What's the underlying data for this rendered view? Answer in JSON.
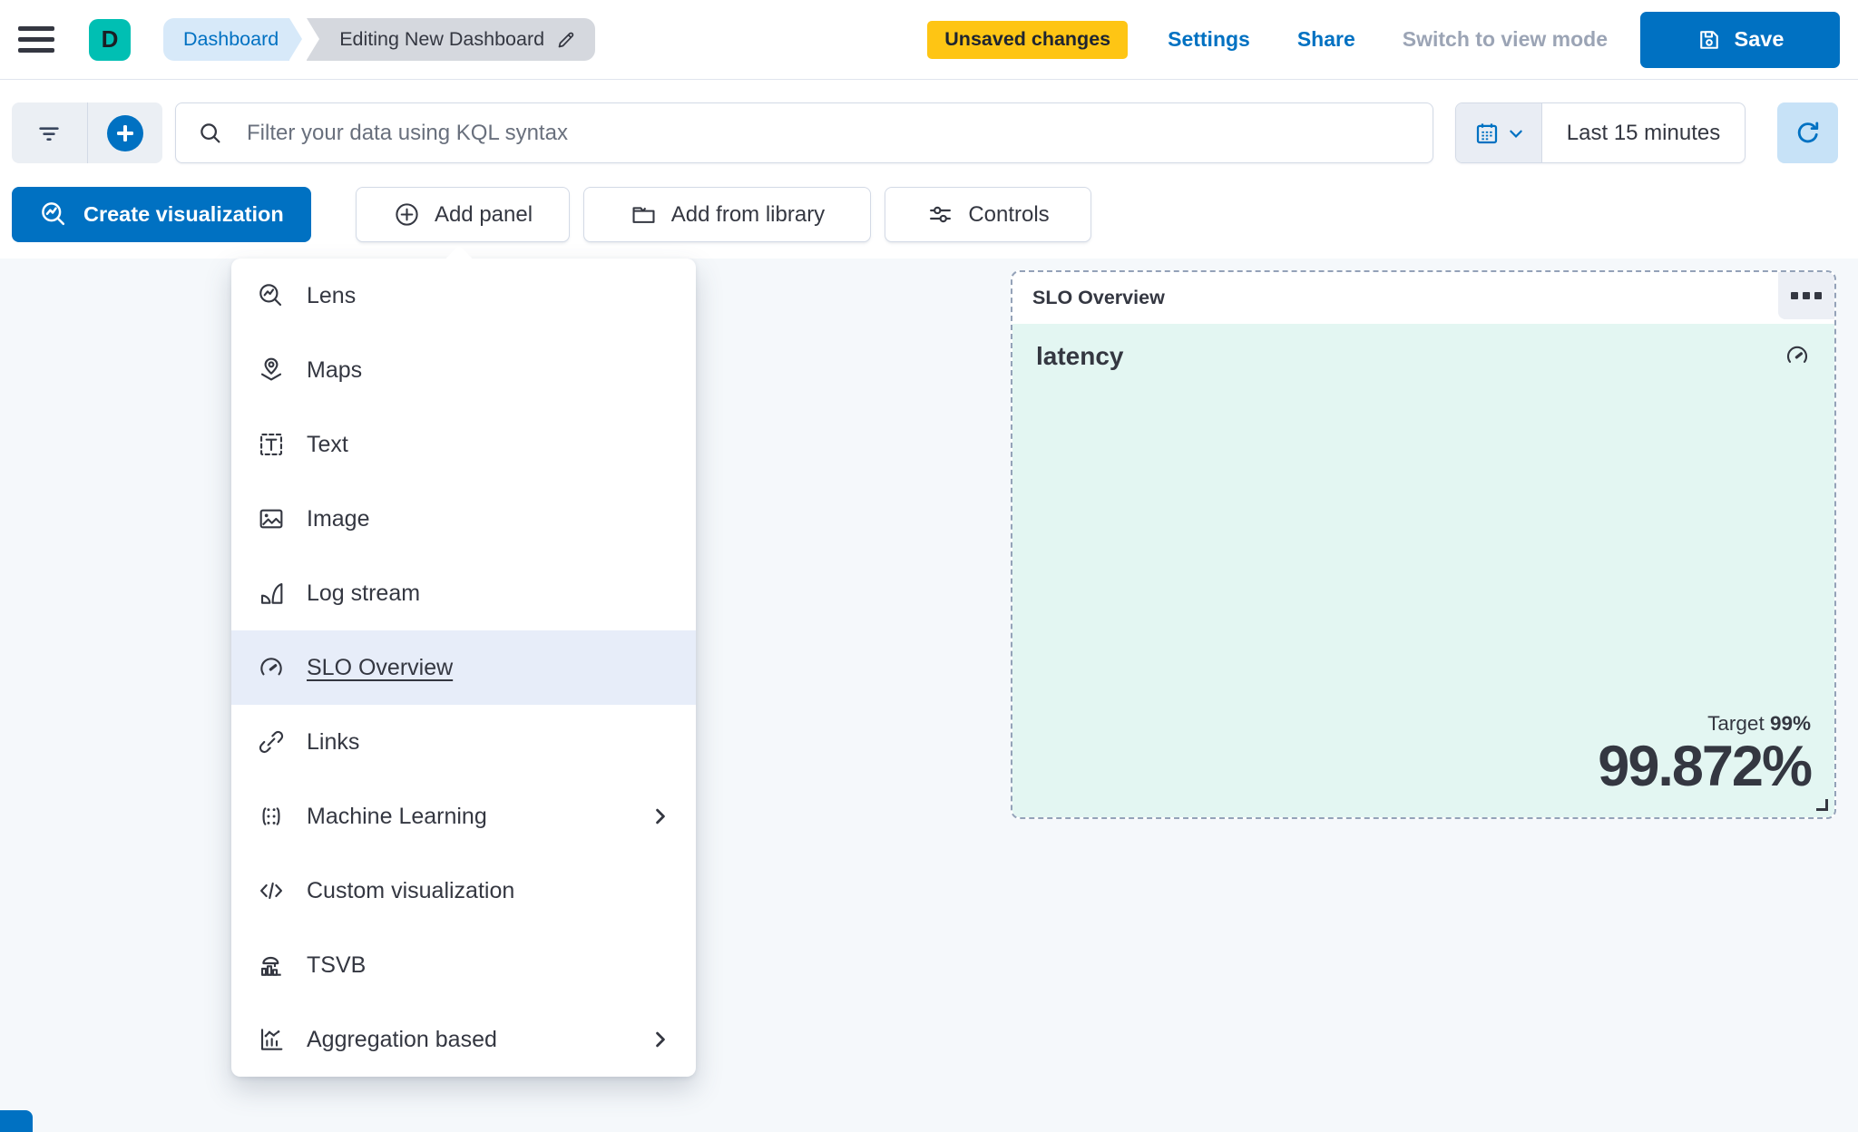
{
  "header": {
    "avatar_letter": "D",
    "breadcrumb": {
      "root": "Dashboard",
      "current": "Editing New Dashboard"
    },
    "unsaved_badge": "Unsaved changes",
    "settings_label": "Settings",
    "share_label": "Share",
    "switch_view_label": "Switch to view mode",
    "save_label": "Save"
  },
  "filter_bar": {
    "search_placeholder": "Filter your data using KQL syntax",
    "time_range": "Last 15 minutes"
  },
  "toolbar": {
    "create_visualization_label": "Create visualization",
    "add_panel_label": "Add panel",
    "add_from_library_label": "Add from library",
    "controls_label": "Controls"
  },
  "add_panel_menu": {
    "items": [
      {
        "label": "Lens",
        "icon": "lens-icon",
        "selected": false,
        "has_submenu": false
      },
      {
        "label": "Maps",
        "icon": "maps-icon",
        "selected": false,
        "has_submenu": false
      },
      {
        "label": "Text",
        "icon": "text-icon",
        "selected": false,
        "has_submenu": false
      },
      {
        "label": "Image",
        "icon": "image-icon",
        "selected": false,
        "has_submenu": false
      },
      {
        "label": "Log stream",
        "icon": "log-stream-icon",
        "selected": false,
        "has_submenu": false
      },
      {
        "label": "SLO Overview",
        "icon": "gauge-icon",
        "selected": true,
        "has_submenu": false
      },
      {
        "label": "Links",
        "icon": "link-icon",
        "selected": false,
        "has_submenu": false
      },
      {
        "label": "Machine Learning",
        "icon": "machine-learning-icon",
        "selected": false,
        "has_submenu": true
      },
      {
        "label": "Custom visualization",
        "icon": "code-icon",
        "selected": false,
        "has_submenu": false
      },
      {
        "label": "TSVB",
        "icon": "tsvb-icon",
        "selected": false,
        "has_submenu": false
      },
      {
        "label": "Aggregation based",
        "icon": "aggregation-icon",
        "selected": false,
        "has_submenu": true
      }
    ]
  },
  "slo_panel": {
    "title": "SLO Overview",
    "metric_name": "latency",
    "target_label": "Target ",
    "target_value": "99%",
    "value": "99.872%"
  },
  "colors": {
    "primary_blue": "#0071C2",
    "warning_yellow": "#FEC514",
    "avatar_teal": "#00BFB3",
    "text_dark": "#343741",
    "panel_mint": "#E3F6F2",
    "selected_row": "#E7EDF9",
    "canvas": "#F5F8FB"
  }
}
